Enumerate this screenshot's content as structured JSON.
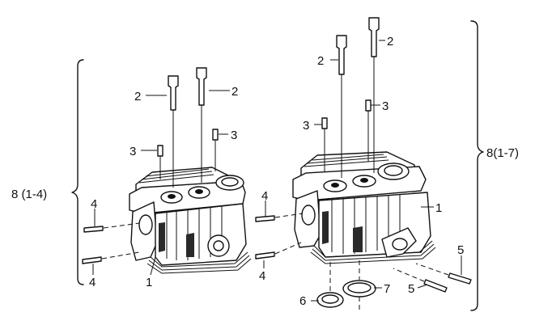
{
  "labels": {
    "group_left": "8 (1-4)",
    "group_right": "8(1-7)",
    "n1": "1",
    "n2": "2",
    "n3": "3",
    "n4": "4",
    "n5": "5",
    "n6": "6",
    "n7": "7"
  }
}
